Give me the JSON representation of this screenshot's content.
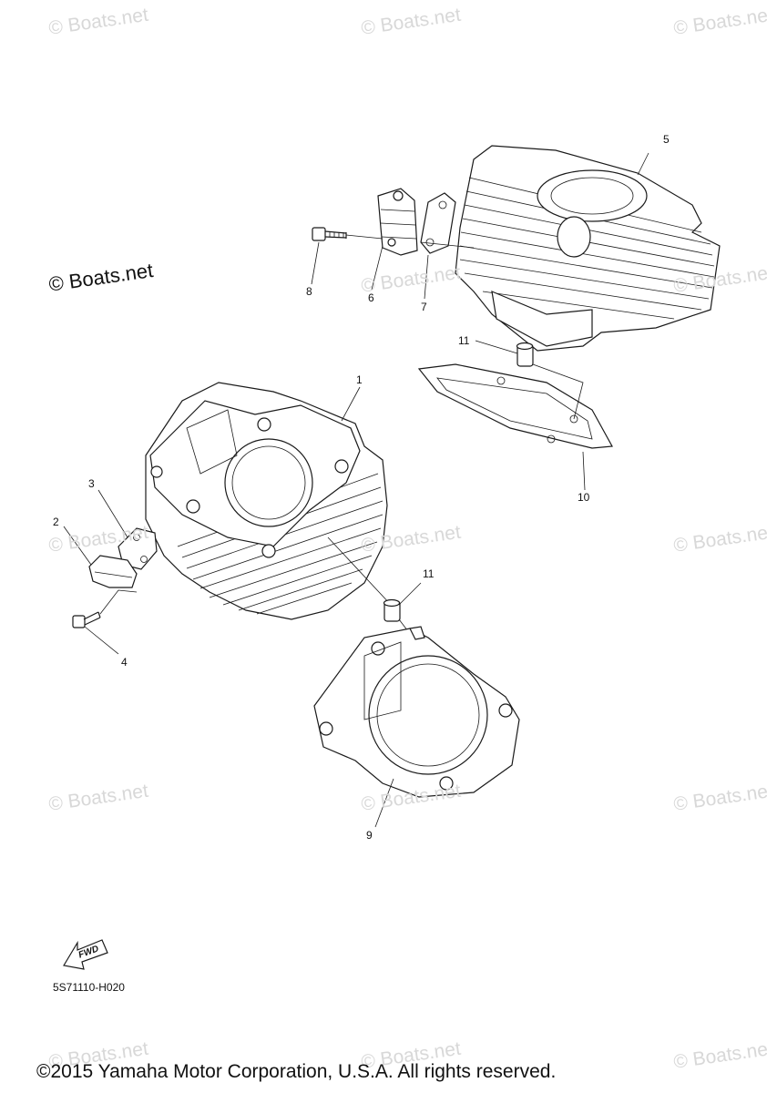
{
  "watermarks": [
    "© Boats.net",
    "© Boats.net",
    "© Boats.net",
    "© Boats.net",
    "© Boats.net",
    "© Boats.net",
    "© Boats.net",
    "© Boats.net",
    "© Boats.net",
    "© Boats.net",
    "© Boats.net",
    "© Boats.net",
    "© Boats.net",
    "© Boats.net"
  ],
  "main_watermark": "© Boats.net",
  "callouts": [
    "1",
    "2",
    "3",
    "4",
    "5",
    "6",
    "7",
    "8",
    "9",
    "10",
    "11",
    "11"
  ],
  "fwd_label": "FWD",
  "diagram_code": "5S71110-H020",
  "footer": "©2015 Yamaha Motor Corporation, U.S.A. All rights reserved."
}
